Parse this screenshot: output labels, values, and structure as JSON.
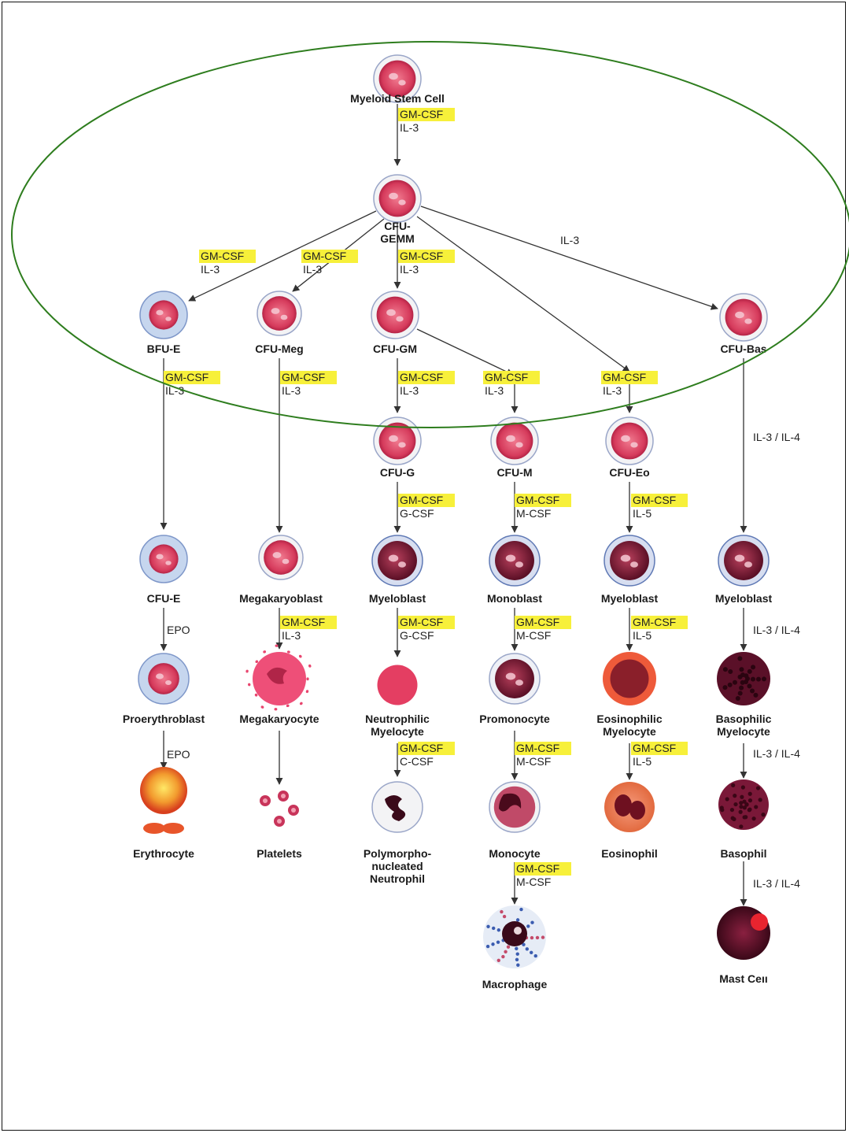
{
  "cells": {
    "stem": "Myeloid Stem Cell",
    "cfu_gemm": [
      "CFU-",
      "GEMM"
    ],
    "bfu_e": "BFU-E",
    "cfu_meg": "CFU-Meg",
    "cfu_gm": "CFU-GM",
    "cfu_bas": "CFU-Bas",
    "cfu_g": "CFU-G",
    "cfu_m": "CFU-M",
    "cfu_eo": "CFU-Eo",
    "cfu_e": "CFU-E",
    "megakaryoblast": "Megakaryoblast",
    "myeloblast_g": "Myeloblast",
    "monoblast": "Monoblast",
    "myeloblast_eo": "Myeloblast",
    "myeloblast_bas": "Myeloblast",
    "proerythroblast": "Proerythroblast",
    "megakaryocyte": "Megakaryocyte",
    "neutrophilic_myelocyte": [
      "Neutrophilic",
      "Myelocyte"
    ],
    "promonocyte": "Promonocyte",
    "eosinophilic_myelocyte": [
      "Eosinophilic",
      "Myelocyte"
    ],
    "basophilic_myelocyte": [
      "Basophilic",
      "Myelocyte"
    ],
    "erythrocyte": "Erythrocyte",
    "platelets": "Platelets",
    "neutrophil": [
      "Polymorpho-",
      "nucleated",
      "Neutrophil"
    ],
    "monocyte": "Monocyte",
    "eosinophil": "Eosinophil",
    "basophil": "Basophil",
    "macrophage": "Macrophage",
    "mast_cell": "Mast Ceıı"
  },
  "factors": {
    "stem_to_gemm": [
      "GM-CSF",
      "IL-3"
    ],
    "gemm_to_bfue": [
      "GM-CSF",
      "IL-3"
    ],
    "gemm_to_meg": [
      "GM-CSF",
      "IL-3"
    ],
    "gemm_to_gm": [
      "GM-CSF",
      "IL-3"
    ],
    "gemm_to_bas": [
      "IL-3"
    ],
    "bfue_to_cfue": [
      "GM-CSF",
      "IL-3"
    ],
    "meg_to_megakaryoblast": [
      "GM-CSF",
      "IL-3"
    ],
    "gm_to_g": [
      "GM-CSF",
      "IL-3"
    ],
    "gm_to_m": [
      "GM-CSF",
      "IL-3"
    ],
    "gemm_to_eo": [
      "GM-CSF",
      "IL-3"
    ],
    "bas_to_myeloblast": [
      "IL-3 / IL-4"
    ],
    "g_to_myeloblast": [
      "GM-CSF",
      "G-CSF"
    ],
    "m_to_monoblast": [
      "GM-CSF",
      "M-CSF"
    ],
    "eo_to_myeloblast": [
      "GM-CSF",
      "IL-5"
    ],
    "cfue_to_proery": [
      "EPO"
    ],
    "megakaryoblast_to_megakaryocyte": [
      "GM-CSF",
      "IL-3"
    ],
    "myeloblast_to_neutmyelo": [
      "GM-CSF",
      "G-CSF"
    ],
    "monoblast_to_promono": [
      "GM-CSF",
      "M-CSF"
    ],
    "myeloblast_to_eosmyelo": [
      "GM-CSF",
      "IL-5"
    ],
    "myeloblast_to_basmyelo": [
      "IL-3 / IL-4"
    ],
    "proery_to_ery": [
      "EPO"
    ],
    "neutmyelo_to_neut": [
      "GM-CSF",
      "C-CSF"
    ],
    "promono_to_mono": [
      "GM-CSF",
      "M-CSF"
    ],
    "eosmyelo_to_eos": [
      "GM-CSF",
      "IL-5"
    ],
    "basmyelo_to_bas": [
      "IL-3 / IL-4"
    ],
    "mono_to_macro": [
      "GM-CSF",
      "M-CSF"
    ],
    "bas_to_mast": [
      "IL-3 / IL-4"
    ]
  },
  "colors": {
    "highlight": "#f7f03a",
    "ellipse": "#2e7d1e",
    "cytoplasm_red": "#d83a5c",
    "rim_blue": "#9fb6dc"
  }
}
